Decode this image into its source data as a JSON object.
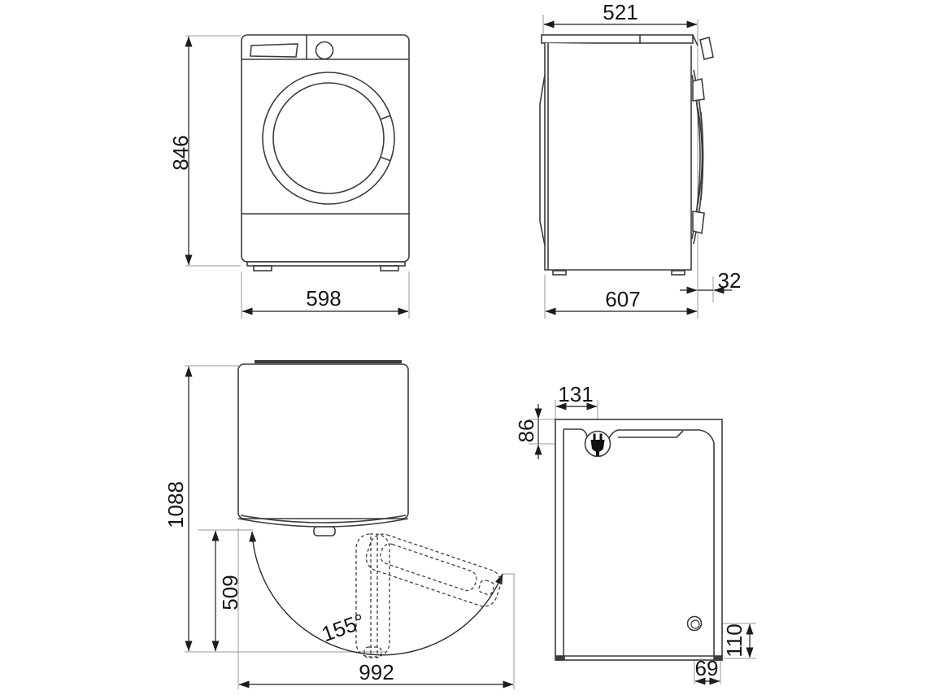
{
  "diagram": {
    "subject": "washing-machine-dimension-drawing",
    "units": "mm",
    "views": {
      "front": {
        "height": "846",
        "width": "598"
      },
      "side": {
        "depth_without_door": "521",
        "total_depth": "607",
        "door_protrusion": "32"
      },
      "top_door_open": {
        "depth_door_open": "1088",
        "door_swing_clearance": "509",
        "door_opening_angle": "155°",
        "width_door_open": "992"
      },
      "rear": {
        "plug_from_left": "131",
        "plug_from_top": "86",
        "drain_from_bottom": "110",
        "drain_from_side": "69"
      }
    }
  }
}
